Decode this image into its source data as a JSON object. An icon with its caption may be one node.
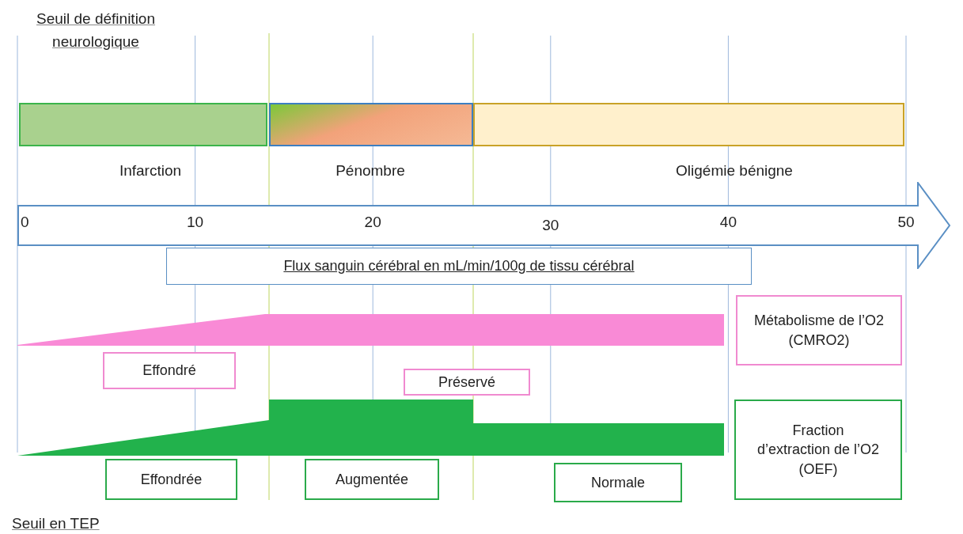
{
  "diagram": {
    "nodes": [
      {
        "text": [],
        "shape": "bar"
      },
      {
        "text": [],
        "shape": "bar"
      },
      {
        "text": [],
        "shape": "bar"
      },
      {
        "text": [
          "0",
          "10",
          "20",
          "30",
          "40",
          "50"
        ]
      },
      {
        "text": [
          "Flux sanguin cérébral en mL/min/100g de tissu cérébral"
        ]
      },
      {
        "text": [
          "Métabolisme de l’O2 (CMRO2)"
        ]
      },
      {
        "text": [
          "Effondré"
        ]
      },
      {
        "text": [
          "Préservé"
        ]
      },
      {
        "text": [
          "Fraction d’extraction de l’O2 (OEF)"
        ]
      },
      {
        "text": [
          "Effondrée"
        ]
      },
      {
        "text": [
          "Augmentée"
        ]
      },
      {
        "text": [
          "Normale"
        ]
      },
      {
        "text": [],
        "shape": "band"
      },
      {
        "text": [],
        "shape": "band"
      }
    ],
    "edges": [],
    "labels": [
      "Seuil de définition neurologique",
      "Infarction",
      "Pénombre",
      "Oligémie bénigne",
      "Seuil en TEP"
    ]
  }
}
